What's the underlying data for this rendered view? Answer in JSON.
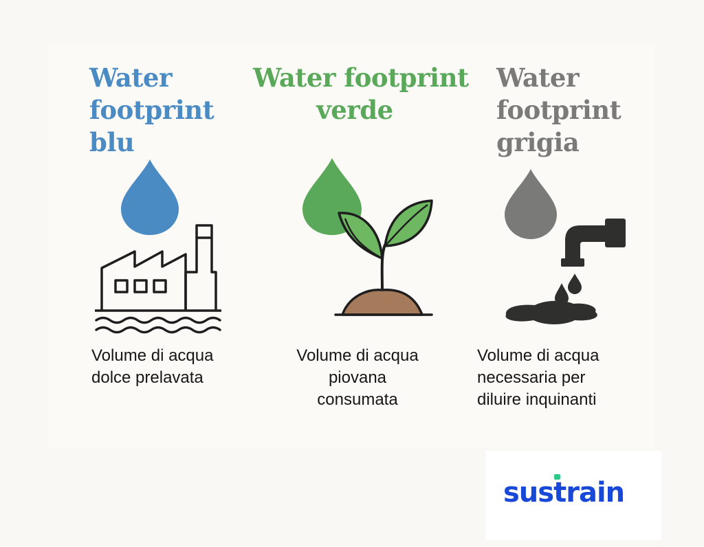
{
  "colors": {
    "blue": "#4a8bc4",
    "green": "#5aa95a",
    "grey": "#7a7a78",
    "brand": "#1748d8",
    "brand_accent": "#2ec98a"
  },
  "columns": [
    {
      "title_lines": [
        "Water",
        "footprint",
        "blu"
      ],
      "desc_lines": [
        "Volume di acqua",
        "dolce prelavata"
      ],
      "icons": [
        "water-drop-icon",
        "factory-icon",
        "water-waves-icon"
      ]
    },
    {
      "title_lines": [
        "Water footprint",
        "verde"
      ],
      "desc_lines": [
        "Volume di acqua",
        "piovana",
        "consumata"
      ],
      "icons": [
        "water-drop-icon",
        "seedling-icon",
        "soil-mound-icon"
      ]
    },
    {
      "title_lines": [
        "Water",
        "footprint",
        "grigia"
      ],
      "desc_lines": [
        "Volume di acqua",
        "necessaria per",
        "diluire inquinanti"
      ],
      "icons": [
        "water-drop-icon",
        "drain-pipe-icon",
        "dripping-drops-icon",
        "polluted-puddle-icon"
      ]
    }
  ],
  "logo": {
    "text_before": "sus",
    "text_accent": "t",
    "text_after": "rain"
  }
}
